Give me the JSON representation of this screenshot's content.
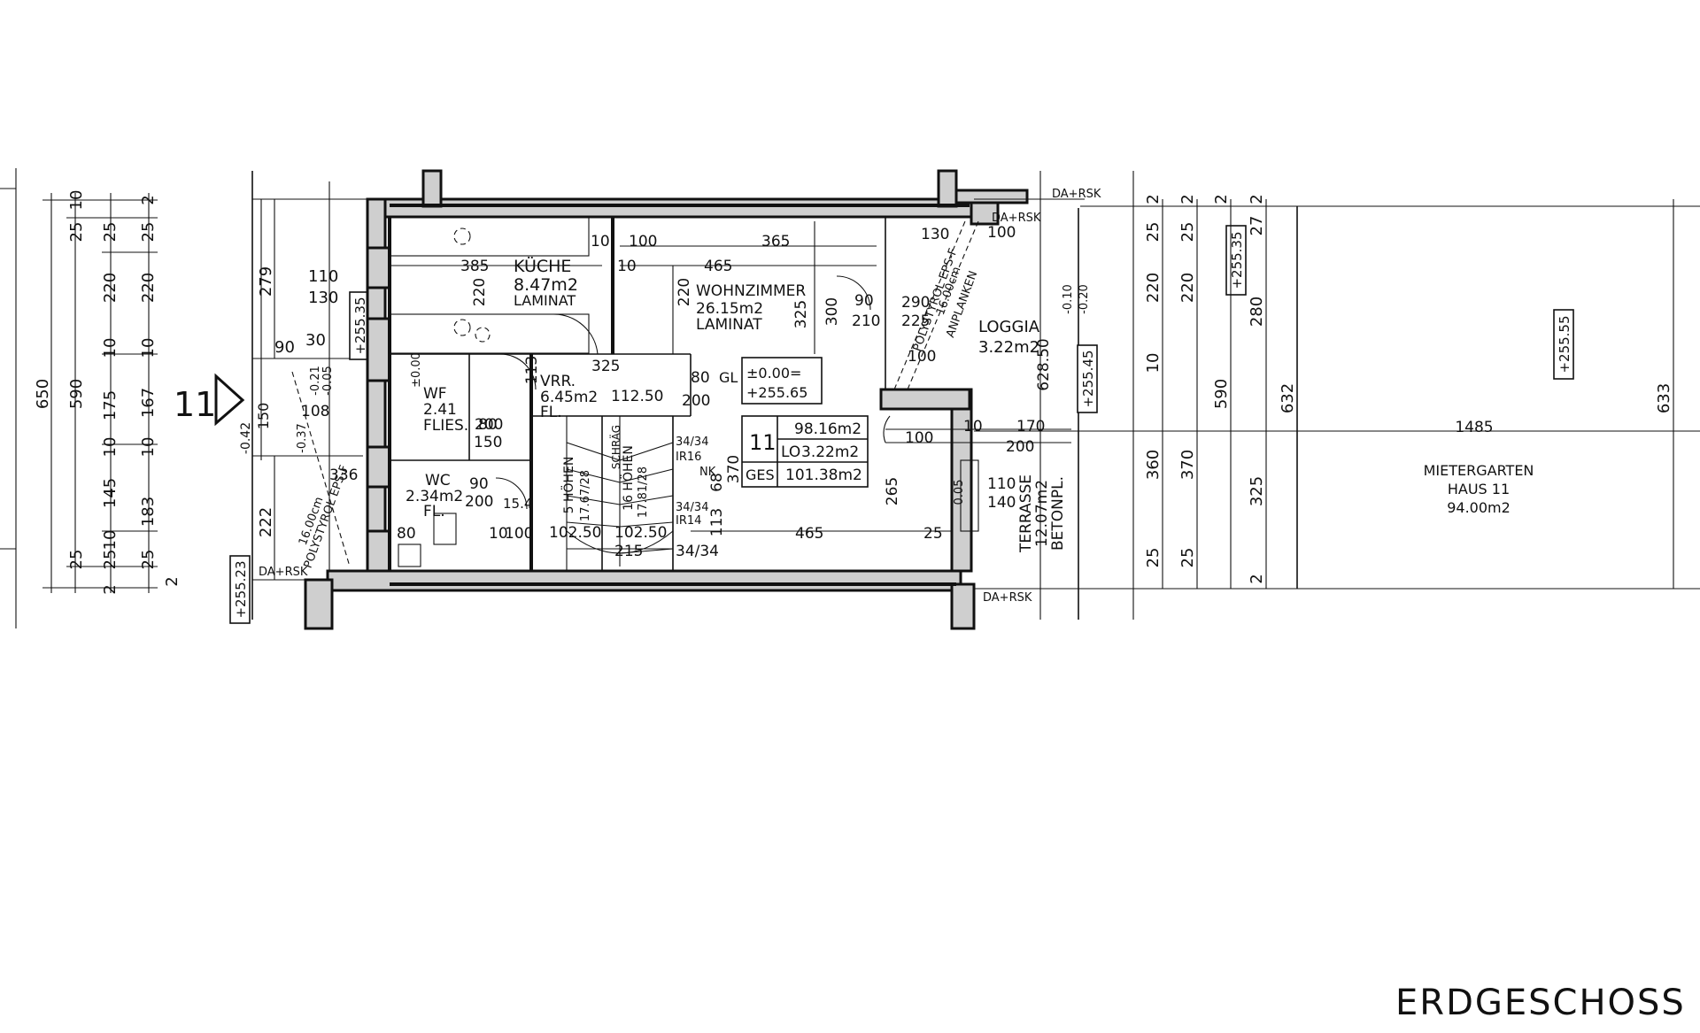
{
  "sheet_title": "ERDGESCHOSS",
  "house_marker": "11",
  "rooms": {
    "kueche": {
      "name": "KÜCHE",
      "area": "8.47m2",
      "floor": "LAMINAT"
    },
    "wohnzimmer": {
      "name": "WOHNZIMMER",
      "area": "26.15m2",
      "floor": "LAMINAT"
    },
    "loggia": {
      "name": "LOGGIA",
      "area": "3.22m2"
    },
    "wf": {
      "name": "WF",
      "area": "2.41",
      "floor": "FLIES."
    },
    "vrr": {
      "name": "VRR.",
      "area": "6.45m2",
      "floor": "FL."
    },
    "wc": {
      "name": "WC",
      "area": "2.34m2",
      "floor": "FL."
    },
    "terrasse": {
      "name": "TERRASSE",
      "area": "12.07m2",
      "floor": "BETONPL."
    },
    "garden": {
      "name": "MIETERGARTEN",
      "house": "HAUS 11",
      "area": "94.00m2"
    }
  },
  "level_box": {
    "line1": "±0.00=",
    "line2": "+255.65"
  },
  "area_table": {
    "unit": "11",
    "living": "98.16m2",
    "lo_label": "LO",
    "lo_value": "3.22m2",
    "total_label": "GES",
    "total_value": "101.38m2"
  },
  "elevations": {
    "top_left": "+255.35",
    "bottom_left": "+255.23",
    "right_1": "+255.45",
    "right_2": "+255.35",
    "garden": "+255.55"
  },
  "notes": {
    "da_rsk": "DA+RSK",
    "insulation_1": "16.00cm",
    "insulation_2": "POLYSTYROL EPS-F",
    "insulation_3": "ANPLANKEN",
    "stair_1": "5 HÖHEN",
    "stair_2": "16 HÖHEN",
    "stair_3": "17.67/28",
    "stair_4": "17.81/28",
    "stair_5": "SCHRÄG",
    "stair_6": "34/34",
    "stair_7": "IR16",
    "stair_8": "NK",
    "stair_9": "IR14",
    "gl": "GL",
    "lv1": "-0.10",
    "lv2": "-0.20",
    "lv3": "-0.42",
    "lv4": "-0.37",
    "lv5": "-0.21",
    "lv6": "-0.05",
    "lv7": "±0.00",
    "lv8": "0.05",
    "height": "628.50"
  },
  "dims_left": {
    "c1": [
      "650"
    ],
    "c2": [
      "25",
      "590",
      "25"
    ],
    "c3": [
      "10",
      "25",
      "220",
      "10",
      "175",
      "10",
      "145",
      "10",
      "25",
      "2"
    ],
    "c4": [
      "2",
      "25",
      "220",
      "10",
      "167",
      "10",
      "183",
      "25",
      "2"
    ]
  },
  "dims_right": {
    "c1": [
      "25",
      "220",
      "10",
      "360",
      "25"
    ],
    "c2": [
      "25",
      "220",
      "590",
      "370",
      "25"
    ],
    "c3": [
      "27",
      "280",
      "325",
      "2"
    ],
    "c4": [
      "632"
    ],
    "c5": [
      "633"
    ],
    "garden_width": "1485",
    "tops": [
      "2",
      "2",
      "2",
      "2"
    ]
  },
  "dims_misc": {
    "d279": "279",
    "d222": "222",
    "d110": "110",
    "d130": "130",
    "d90": "90",
    "d30": "30",
    "d385": "385",
    "d465": "465",
    "d10": "10",
    "d100": "100",
    "d365": "365",
    "d130b": "130",
    "d325": "325",
    "d300": "300",
    "d290": "290",
    "d225": "225",
    "d210": "210",
    "d200": "200",
    "d170": "170",
    "d265": "265",
    "d112": "112.50",
    "d80": "80",
    "d150": "150",
    "d108": "108",
    "d336": "336",
    "d370": "370",
    "d113": "113",
    "d68": "68",
    "d215": "215",
    "d102": "102.50",
    "d140": "140",
    "d154": "15.4"
  }
}
